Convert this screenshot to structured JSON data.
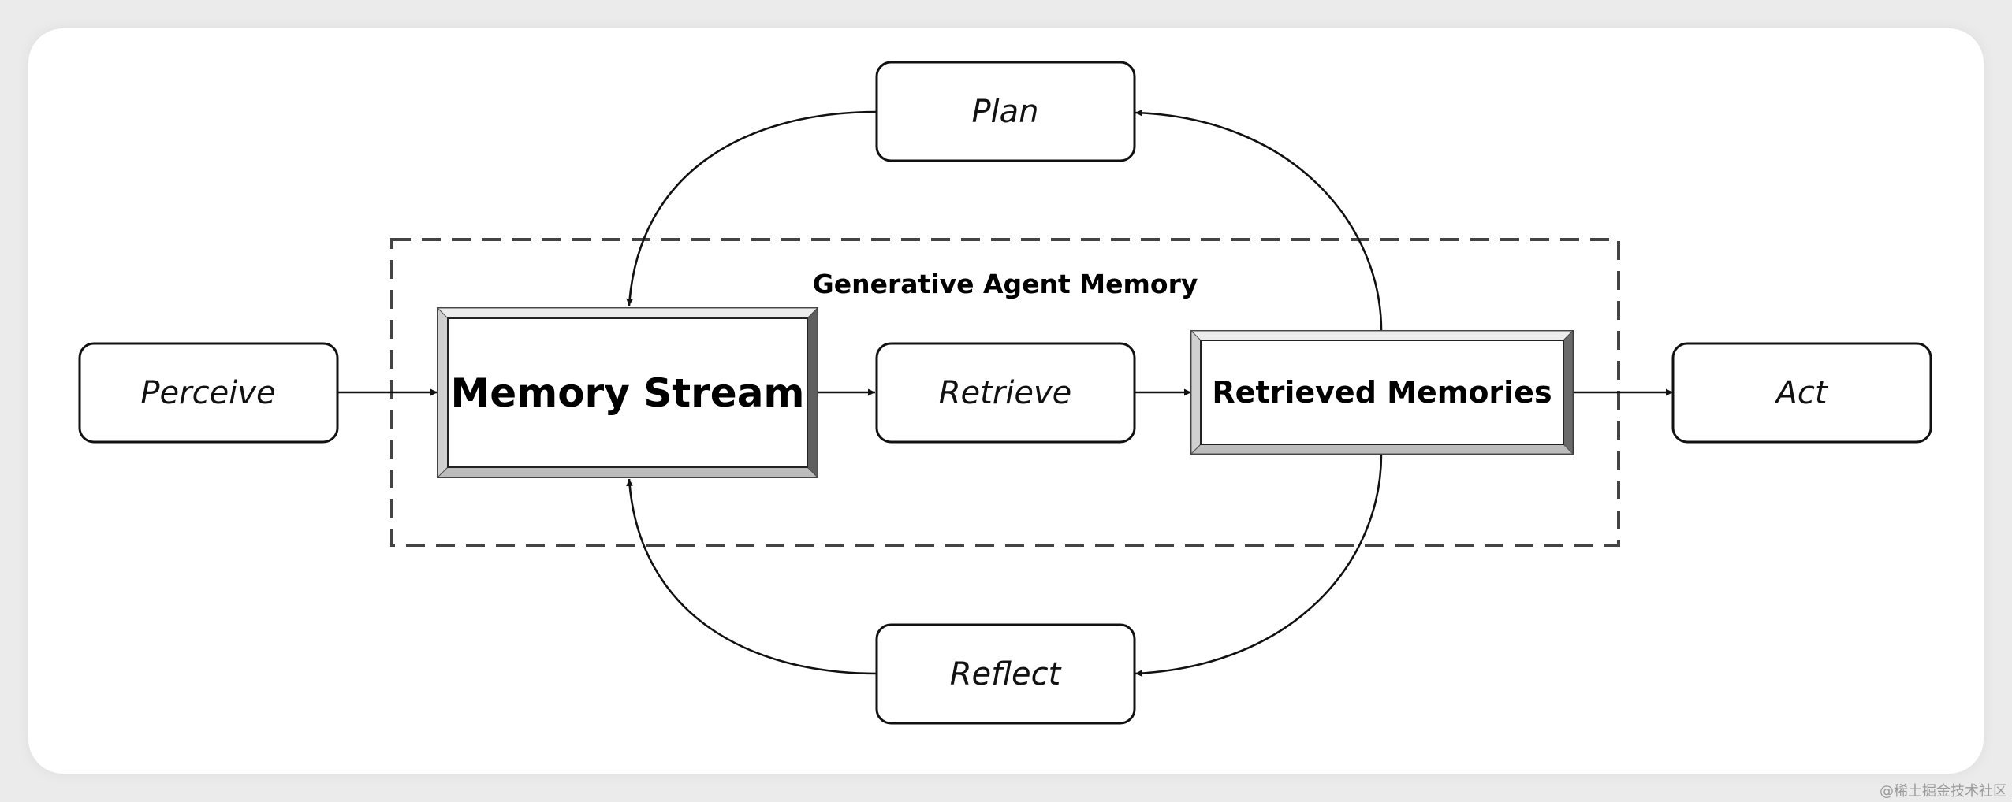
{
  "group": {
    "title": "Generative Agent Memory"
  },
  "nodes": {
    "perceive": "Perceive",
    "memory_stream": "Memory Stream",
    "retrieve": "Retrieve",
    "retrieved_memories": "Retrieved Memories",
    "act": "Act",
    "plan": "Plan",
    "reflect": "Reflect"
  },
  "watermark": "@稀土掘金技术社区"
}
